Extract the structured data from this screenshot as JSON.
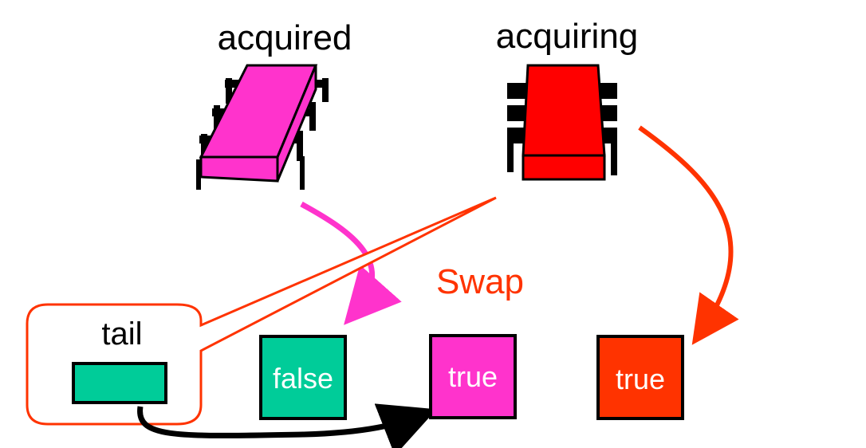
{
  "labels": {
    "acquired": "acquired",
    "acquiring": "acquiring",
    "swap": "Swap",
    "tail": "tail"
  },
  "nodes": {
    "false_node": "false",
    "true_node_magenta": "true",
    "true_node_red": "true"
  },
  "colors": {
    "magenta": "#ff33cc",
    "red": "#ff0000",
    "orange_red": "#ff3300",
    "green": "#00cc99",
    "black": "#000000"
  },
  "icons": {
    "acquired_thread": "chip-icon",
    "acquiring_thread": "chip-icon"
  }
}
